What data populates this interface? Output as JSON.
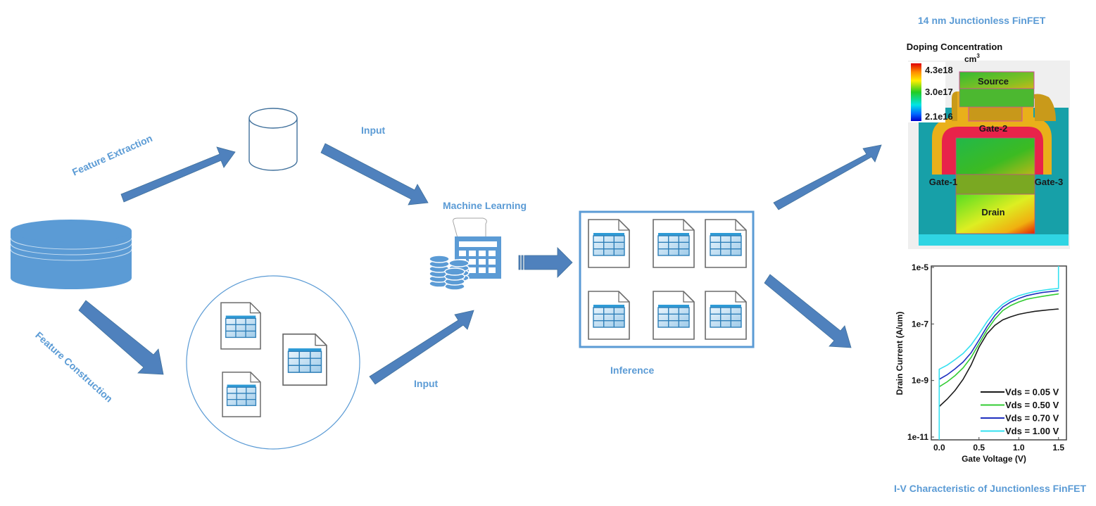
{
  "diagram": {
    "labels": {
      "feature_extraction": "Feature Extraction",
      "feature_construction": "Feature Construction",
      "input_top": "Input",
      "input_bottom": "Input",
      "machine_learning": "Machine Learning",
      "inference": "Inference",
      "device_title": "14 nm Junctionless FinFET",
      "chart_caption": "I-V Characteristic of Junctionless FinFET"
    },
    "icons": {
      "source_database": "database-stack-icon",
      "extracted_features": "cylinder-icon",
      "constructed_features": "table-document-icon",
      "ml_model": "calculator-database-icon",
      "inference_results": "table-document-icon"
    },
    "colors": {
      "accent": "#5b9bd5",
      "arrow": "#4f81bd",
      "arrow_edge": "#41719c",
      "table_header": "#2e9bd6",
      "table_cell": "#bcdcf2"
    }
  },
  "device": {
    "legend_title": "Doping Concentration",
    "legend_unit": "cm",
    "legend_unit_sup": "3",
    "legend_ticks": [
      "4.3e18",
      "3.0e17",
      "2.1e16"
    ],
    "regions": {
      "source": "Source",
      "drain": "Drain",
      "gate1": "Gate-1",
      "gate2": "Gate-2",
      "gate3": "Gate-3"
    }
  },
  "chart_data": {
    "type": "line",
    "title": "I-V Characteristic of Junctionless FinFET",
    "xlabel": "Gate Voltage (V)",
    "ylabel": "Drain Current (A/um)",
    "xlim": [
      -0.1,
      1.6
    ],
    "ylim": [
      1e-11,
      1e-05
    ],
    "yscale": "log",
    "xticks": [
      "0.0",
      "0.5",
      "1.0",
      "1.5"
    ],
    "xtick_values": [
      0.0,
      0.5,
      1.0,
      1.5
    ],
    "yticks": [
      "1e-5",
      "1e-7",
      "1e-9",
      "1e-11"
    ],
    "ytick_values": [
      1e-05,
      1e-07,
      1e-09,
      1e-11
    ],
    "grid": false,
    "legend_position": "bottom-right",
    "x": [
      0.0,
      0.1,
      0.2,
      0.3,
      0.4,
      0.5,
      0.6,
      0.7,
      0.8,
      0.9,
      1.0,
      1.1,
      1.2,
      1.3,
      1.4,
      1.5
    ],
    "series": [
      {
        "name": "Vds = 0.05 V",
        "color": "#1a1a1a",
        "values": [
          1.2e-10,
          2.2e-10,
          4.5e-10,
          1.1e-09,
          3.5e-09,
          1.5e-08,
          4.5e-08,
          9e-08,
          1.4e-07,
          1.8e-07,
          2.2e-07,
          2.5e-07,
          2.8e-07,
          3e-07,
          3.2e-07,
          3.4e-07
        ]
      },
      {
        "name": "Vds = 0.50 V",
        "color": "#33cc33",
        "values": [
          6e-10,
          9e-10,
          1.5e-09,
          2.8e-09,
          6.5e-09,
          2e-08,
          6e-08,
          1.5e-07,
          3e-07,
          4.5e-07,
          6e-07,
          7.5e-07,
          8.5e-07,
          9.5e-07,
          1.05e-06,
          1.15e-06
        ]
      },
      {
        "name": "Vds = 0.70 V",
        "color": "#1f2fbf",
        "values": [
          1.1e-09,
          1.6e-09,
          2.6e-09,
          4.5e-09,
          9.5e-09,
          2.7e-08,
          8e-08,
          2e-07,
          4e-07,
          6e-07,
          8e-07,
          1e-06,
          1.15e-06,
          1.3e-06,
          1.4e-06,
          1.5e-06
        ]
      },
      {
        "name": "Vds = 1.00 V",
        "color": "#33e0f0",
        "values": [
          2.5e-09,
          3.5e-09,
          5.5e-09,
          9e-09,
          1.8e-08,
          4.5e-08,
          1.2e-07,
          2.8e-07,
          5e-07,
          7.5e-07,
          1e-06,
          1.2e-06,
          1.4e-06,
          1.55e-06,
          1.7e-06,
          1.8e-06
        ]
      }
    ]
  }
}
